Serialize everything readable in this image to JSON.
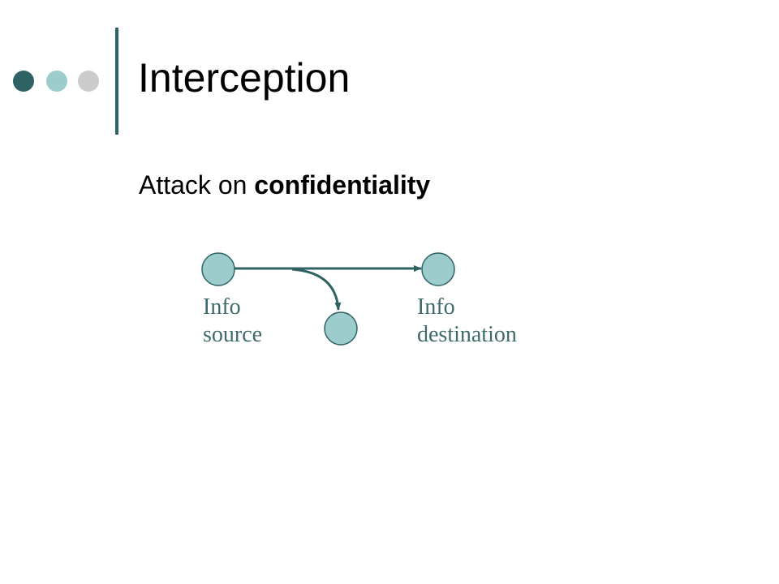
{
  "slide": {
    "title": "Interception",
    "subtitle_prefix": "Attack on ",
    "subtitle_emphasis": "confidentiality"
  },
  "diagram": {
    "source_label": {
      "line1": "Info",
      "line2": "source"
    },
    "destination_label": {
      "line1": "Info",
      "line2": "destination"
    }
  },
  "colors": {
    "accent_dark": "#2f6264",
    "accent_light": "#9ccccc",
    "accent_gray": "#cccccc",
    "node_fill": "#9ccccc",
    "line": "#2f6264",
    "label_text": "#3f6a6c"
  }
}
